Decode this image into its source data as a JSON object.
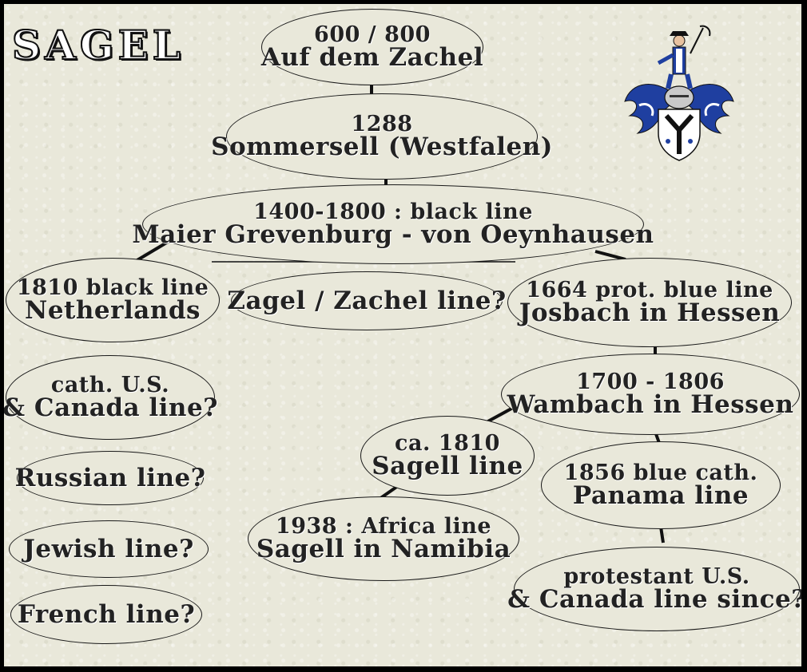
{
  "title": "SAGEL",
  "nodes": {
    "origin": {
      "line1": "600 / 800",
      "line2": "Auf dem Zachel"
    },
    "sommersell": {
      "line1": "1288",
      "line2": "Sommersell (Westfalen)"
    },
    "black_line": {
      "line1": "1400-1800 : black line",
      "line2": "Maier Grevenburg - von Oeynhausen"
    },
    "netherlands": {
      "line1": "1810 black line",
      "line2": "Netherlands"
    },
    "zagel": {
      "line1": "Zagel / Zachel line?"
    },
    "josbach": {
      "line1": "1664 prot. blue line",
      "line2": "Josbach in Hessen"
    },
    "wambach": {
      "line1": "1700 - 1806",
      "line2": "Wambach in Hessen"
    },
    "sagell": {
      "line1": "ca. 1810",
      "line2": "Sagell line"
    },
    "panama": {
      "line1": "1856 blue cath.",
      "line2": "Panama line"
    },
    "namibia": {
      "line1": "1938 : Africa line",
      "line2": "Sagell in Namibia"
    },
    "protestant_us": {
      "line1": "protestant U.S.",
      "line2": "& Canada line since?"
    },
    "cath_us": {
      "line1": "cath. U.S.",
      "line2": "& Canada line?"
    },
    "russian": {
      "line1": "Russian line?"
    },
    "jewish": {
      "line1": "Jewish line?"
    },
    "french": {
      "line1": "French line?"
    }
  },
  "colors": {
    "background": "#e9e8da",
    "frame": "#000000",
    "crest_blue": "#1f3fa0",
    "ink": "#1a1a1a"
  },
  "icons": {
    "crest": "coat-of-arms-icon"
  }
}
